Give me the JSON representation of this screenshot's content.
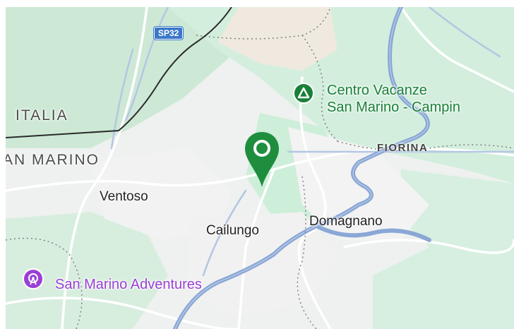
{
  "map": {
    "country_labels": [
      "ITALIA",
      "AN MARINO"
    ],
    "road_shield": "SP32",
    "district": "FIORINA",
    "places": [
      "Ventoso",
      "Cailungo",
      "Domagnano"
    ],
    "pois": [
      {
        "line1": "Centro Vacanze",
        "line2": "San Marino -  Campin",
        "icon": "campground-icon",
        "color": "#188038"
      },
      {
        "line1": "San Marino Adventures",
        "icon": "amusement-park-icon",
        "color": "#9a3fd6"
      }
    ],
    "marker": {
      "icon": "location-pin-icon",
      "color": "#1e8e3e"
    },
    "colors": {
      "land": "#eef1ef",
      "forest": "#cfeedd",
      "urban": "#f4f1ec",
      "road_blue": "#8aaadb",
      "border": "#2b2b2b"
    }
  }
}
